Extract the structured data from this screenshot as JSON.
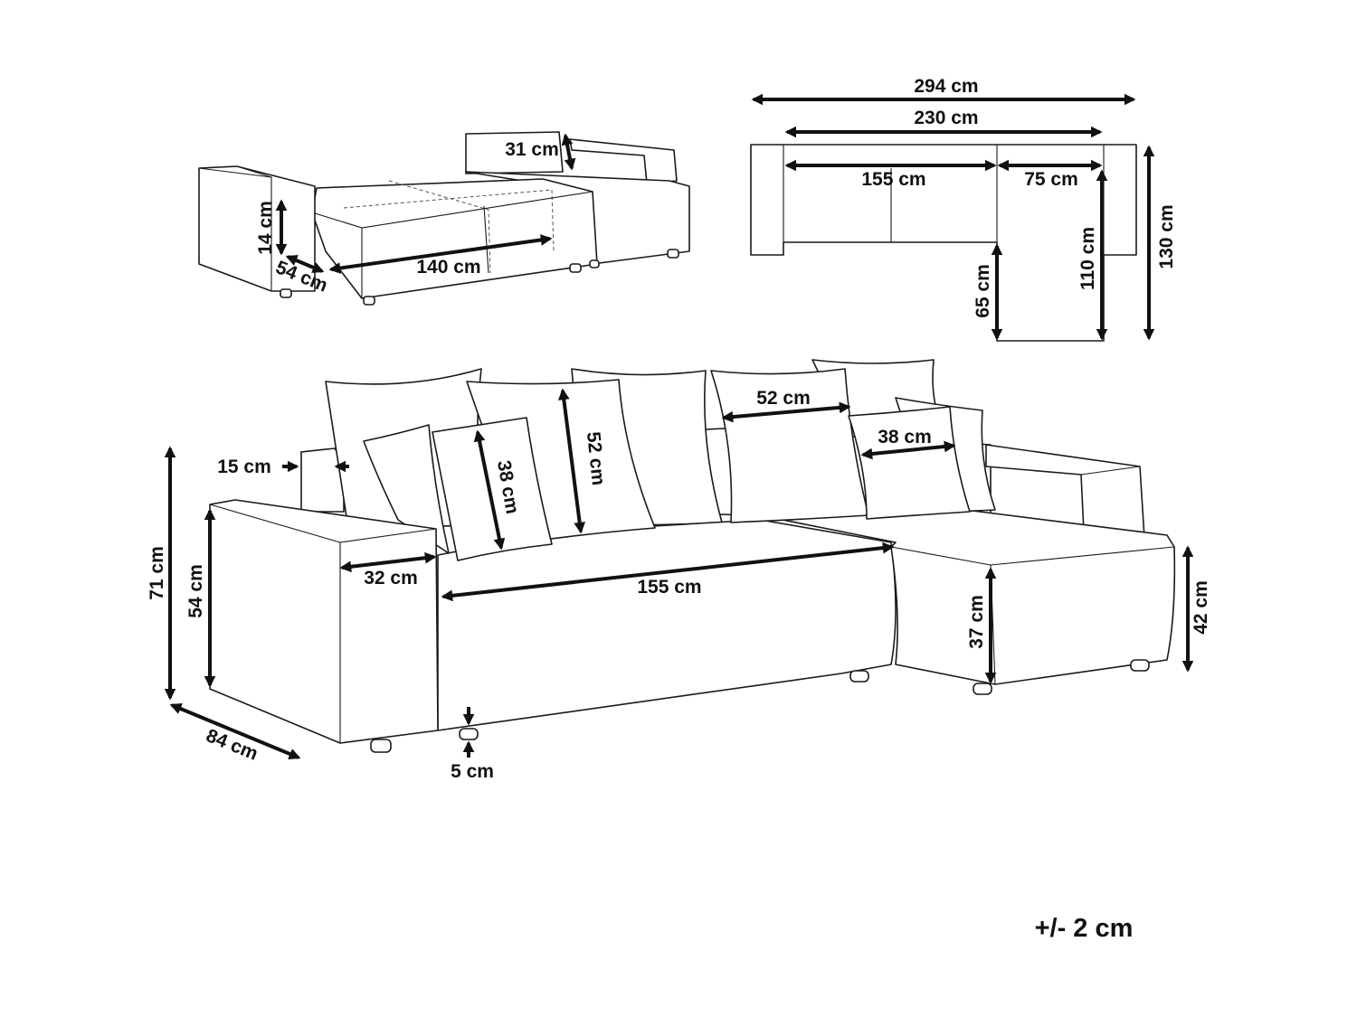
{
  "sofa_bed_view": {
    "backrest_height": "31 cm",
    "mattress_thickness": "14 cm",
    "bed_width": "54 cm",
    "bed_length": "140 cm"
  },
  "top_view": {
    "total_length": "294 cm",
    "inner_length": "230 cm",
    "seat_length": "155 cm",
    "chaise_width": "75 cm",
    "chaise_depth": "110 cm",
    "total_depth": "130 cm",
    "chaise_extension": "65 cm"
  },
  "main_view": {
    "total_height": "71 cm",
    "armrest_height": "54 cm",
    "armrest_top_width": "15 cm",
    "armrest_width": "32 cm",
    "seat_width": "155 cm",
    "depth": "84 cm",
    "leg_height": "5 cm",
    "chaise_seat_height": "37 cm",
    "chaise_height": "42 cm",
    "large_cushion": "52 cm",
    "large_cushion_diag": "52 cm",
    "small_cushion": "38 cm",
    "small_cushion_diag": "38 cm"
  },
  "tolerance": "+/- 2 cm"
}
